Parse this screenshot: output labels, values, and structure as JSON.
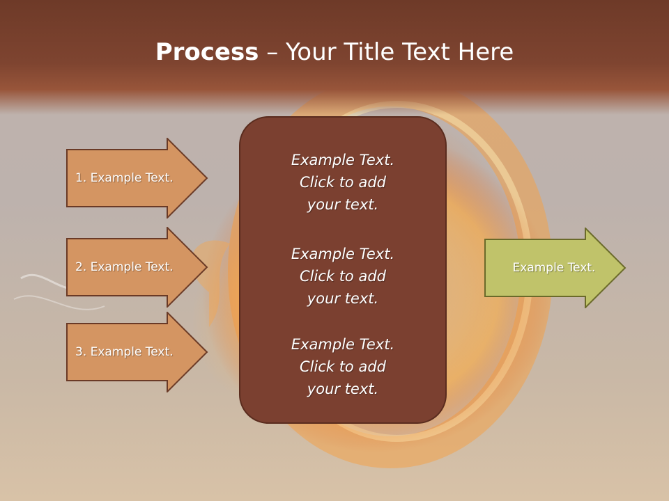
{
  "slide": {
    "title_bold": "Process",
    "title_rest": " – Your Title Text Here"
  },
  "arrows": [
    {
      "label": "1. Example Text."
    },
    {
      "label": "2. Example Text."
    },
    {
      "label": "3. Example Text."
    }
  ],
  "center": {
    "items": [
      {
        "text": "Example Text.\nClick  to add\nyour text."
      },
      {
        "text": "Example Text.\nClick  to add\nyour text."
      },
      {
        "text": "Example Text.\nClick  to add\nyour text."
      }
    ]
  },
  "output_arrow": {
    "label": "Example Text."
  },
  "colors": {
    "title_band": "#7e4430",
    "arrow_fill": "#d49562",
    "arrow_stroke": "#6a3a26",
    "center_fill": "#7b4030",
    "output_fill": "#c0c36a",
    "output_stroke": "#6a6a2a"
  }
}
